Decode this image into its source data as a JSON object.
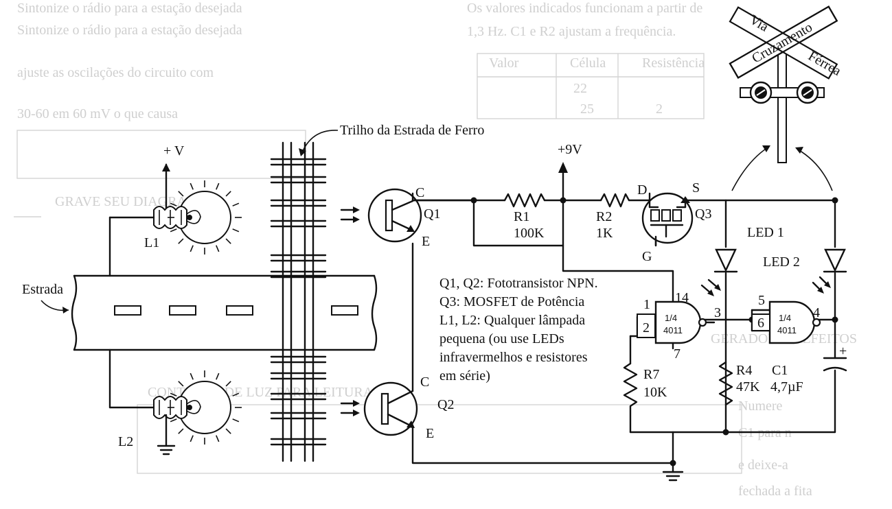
{
  "ghost_text": {
    "top_left_1": "Sintonize o rádio para a estação desejada",
    "top_left_2": "ajuste as oscilações do circuito com",
    "top_left_3": "30-60 em 60 mV o que causa",
    "top_right_1": "Os valores indicados funcionam a partir de",
    "top_right_2": "1,3 Hz. C1 e R2 ajustam a frequência.",
    "table_h1": "Valor",
    "table_h2": "Célula",
    "table_h3": "Resistência",
    "table_r1": "22",
    "table_r2": "25",
    "table_r3": "2",
    "mid_left": "GRAVE SEU DIAGRAMA",
    "mid_right": "CONTROLE DE LUZ PARA LEITURA",
    "side_right": "GERADOR DE EFEITOS",
    "bottom_1": "Numere",
    "bottom_2": "C1 para n",
    "bottom_3": "e deixe-a",
    "bottom_4": "fechada a fita"
  },
  "labels": {
    "plus_v": "+ V",
    "l1": "L1",
    "l2": "L2",
    "estrada": "Estrada",
    "trilho": "Trilho da Estrada de Ferro",
    "plus_9v": "+9V",
    "q1": "Q1",
    "q2": "Q2",
    "c_q1": "C",
    "e_q1": "E",
    "c_q2": "C",
    "e_q2": "E",
    "r1": "R1",
    "r1_val": "100K",
    "r2": "R2",
    "r2_val": "1K",
    "d": "D",
    "s": "S",
    "g": "G",
    "q3": "Q3",
    "led1": "LED 1",
    "led2": "LED 2",
    "pin1": "1",
    "pin2": "2",
    "pin14": "14",
    "pin3": "3",
    "pin7": "7",
    "pin5": "5",
    "pin6": "6",
    "pin4": "4",
    "gate1_a": "1/4",
    "gate1_b": "4011",
    "gate2_a": "1/4",
    "gate2_b": "4011",
    "r4": "R4",
    "r4_val": "47K",
    "c1": "C1",
    "c1_val": "4,7µF",
    "r7": "R7",
    "r7_val": "10K",
    "cap_plus": "+"
  },
  "notes": [
    "Q1, Q2: Fototransistor NPN.",
    "Q3: MOSFET de Potência",
    "L1, L2: Qualquer lâmpada",
    "pequena (ou use LEDs",
    "infravermelhos e resistores",
    "em série)"
  ],
  "sign": {
    "via": "Via",
    "cruzamento": "Cruzamento",
    "ferrea": "Férrea"
  }
}
